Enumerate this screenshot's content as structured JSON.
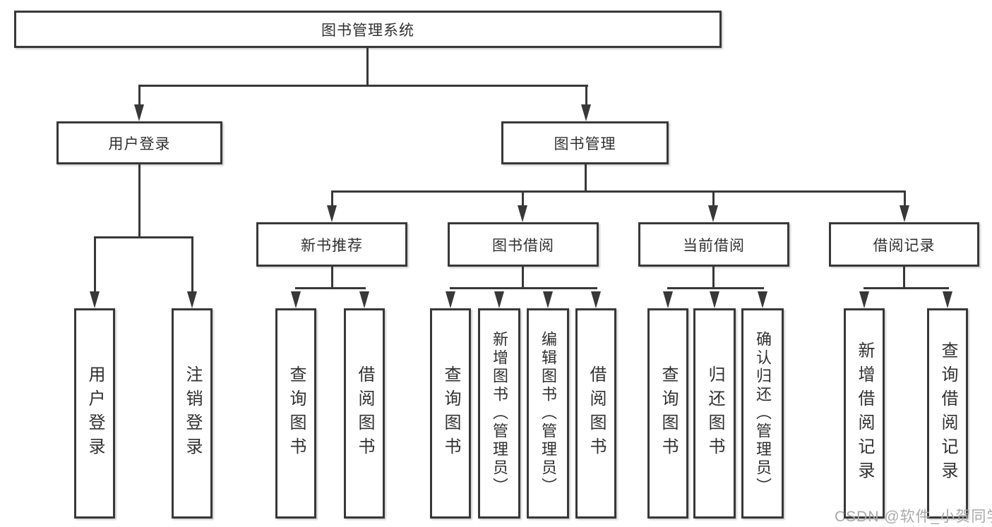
{
  "colors": {
    "line": "#383838",
    "text": "#303030",
    "background": "#ffffff",
    "watermark": "#a9a9ad"
  },
  "tree": {
    "root": {
      "label": "图书管理系统",
      "children": [
        {
          "label": "用户登录",
          "children": [
            {
              "label": "用户登录"
            },
            {
              "label": "注销登录"
            }
          ]
        },
        {
          "label": "图书管理",
          "children": [
            {
              "label": "新书推荐",
              "children": [
                {
                  "label": "查询图书"
                },
                {
                  "label": "借阅图书"
                }
              ]
            },
            {
              "label": "图书借阅",
              "children": [
                {
                  "label": "查询图书"
                },
                {
                  "label": "新增图书（管理员）"
                },
                {
                  "label": "编辑图书（管理员）"
                },
                {
                  "label": "借阅图书"
                }
              ]
            },
            {
              "label": "当前借阅",
              "children": [
                {
                  "label": "查询图书"
                },
                {
                  "label": "归还图书"
                },
                {
                  "label": "确认归还（管理员）"
                }
              ]
            },
            {
              "label": "借阅记录",
              "children": [
                {
                  "label": "新增借阅记录"
                },
                {
                  "label": "查询借阅记录"
                }
              ]
            }
          ]
        }
      ]
    }
  },
  "watermark": {
    "text": "CSDN @软件_小贺同学"
  }
}
